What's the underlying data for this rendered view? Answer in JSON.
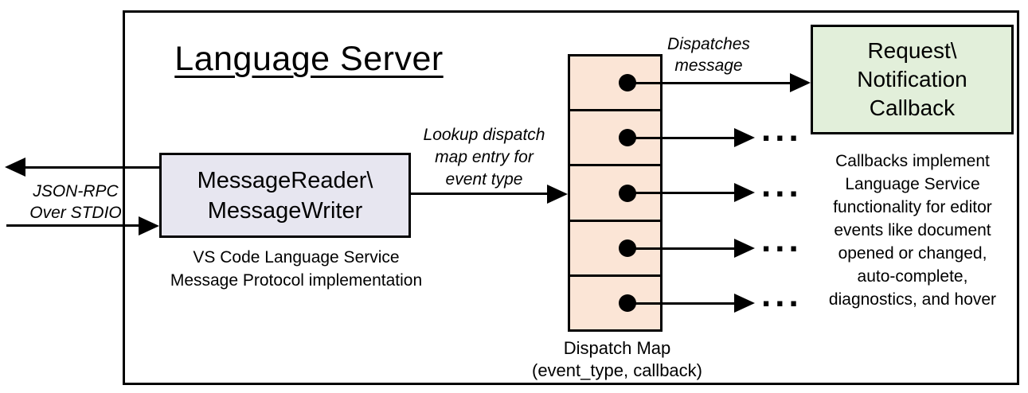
{
  "title": "Language Server",
  "colors": {
    "reader_fill": "#e7e6f0",
    "dispatch_cell_fill": "#fbe5d6",
    "callback_fill": "#e2efda",
    "line": "#000000",
    "background": "#ffffff"
  },
  "stdio_label": {
    "line1": "JSON-RPC",
    "line2": "Over STDIO"
  },
  "reader_box": {
    "line1": "MessageReader\\",
    "line2": "MessageWriter"
  },
  "reader_caption": {
    "line1": "VS Code Language Service",
    "line2": "Message Protocol implementation"
  },
  "lookup_label": {
    "line1": "Lookup dispatch",
    "line2": "map entry for",
    "line3": "event type"
  },
  "dispatches_label": {
    "line1": "Dispatches",
    "line2": "message"
  },
  "callback_box": {
    "line1": "Request\\",
    "line2": "Notification",
    "line3": "Callback"
  },
  "callback_caption": {
    "line1": "Callbacks implement",
    "line2": "Language Service",
    "line3": "functionality for editor",
    "line4": "events like document",
    "line5": "opened or changed,",
    "line6": "auto-complete,",
    "line7": "diagnostics, and hover"
  },
  "dispatch_map": {
    "rows": 5,
    "ellipsis": "...",
    "caption_line1": "Dispatch Map",
    "caption_line2": "(event_type, callback)"
  }
}
